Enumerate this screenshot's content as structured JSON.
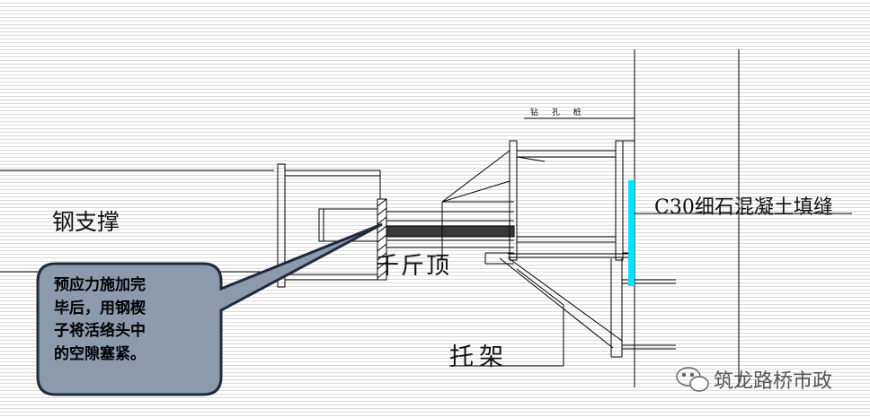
{
  "labels": {
    "steel_support": "钢支撑",
    "c30_fill": "C30细石混凝土填缝",
    "jack": "千斤顶",
    "bracket": "托架",
    "pile": "钻 孔 桩"
  },
  "callout": {
    "text": "预应力施加完\n毕后，用钢楔\n子将活络头中\n的空隙塞紧。"
  },
  "watermark": {
    "text": "筑龙路桥市政",
    "icon": "wechat-icon"
  },
  "colors": {
    "background": "#ffffff",
    "callout_fill": "#8c9aae",
    "callout_border": "#1f2a3c",
    "fill_strip": "#00e5ff",
    "line": "#000000"
  }
}
